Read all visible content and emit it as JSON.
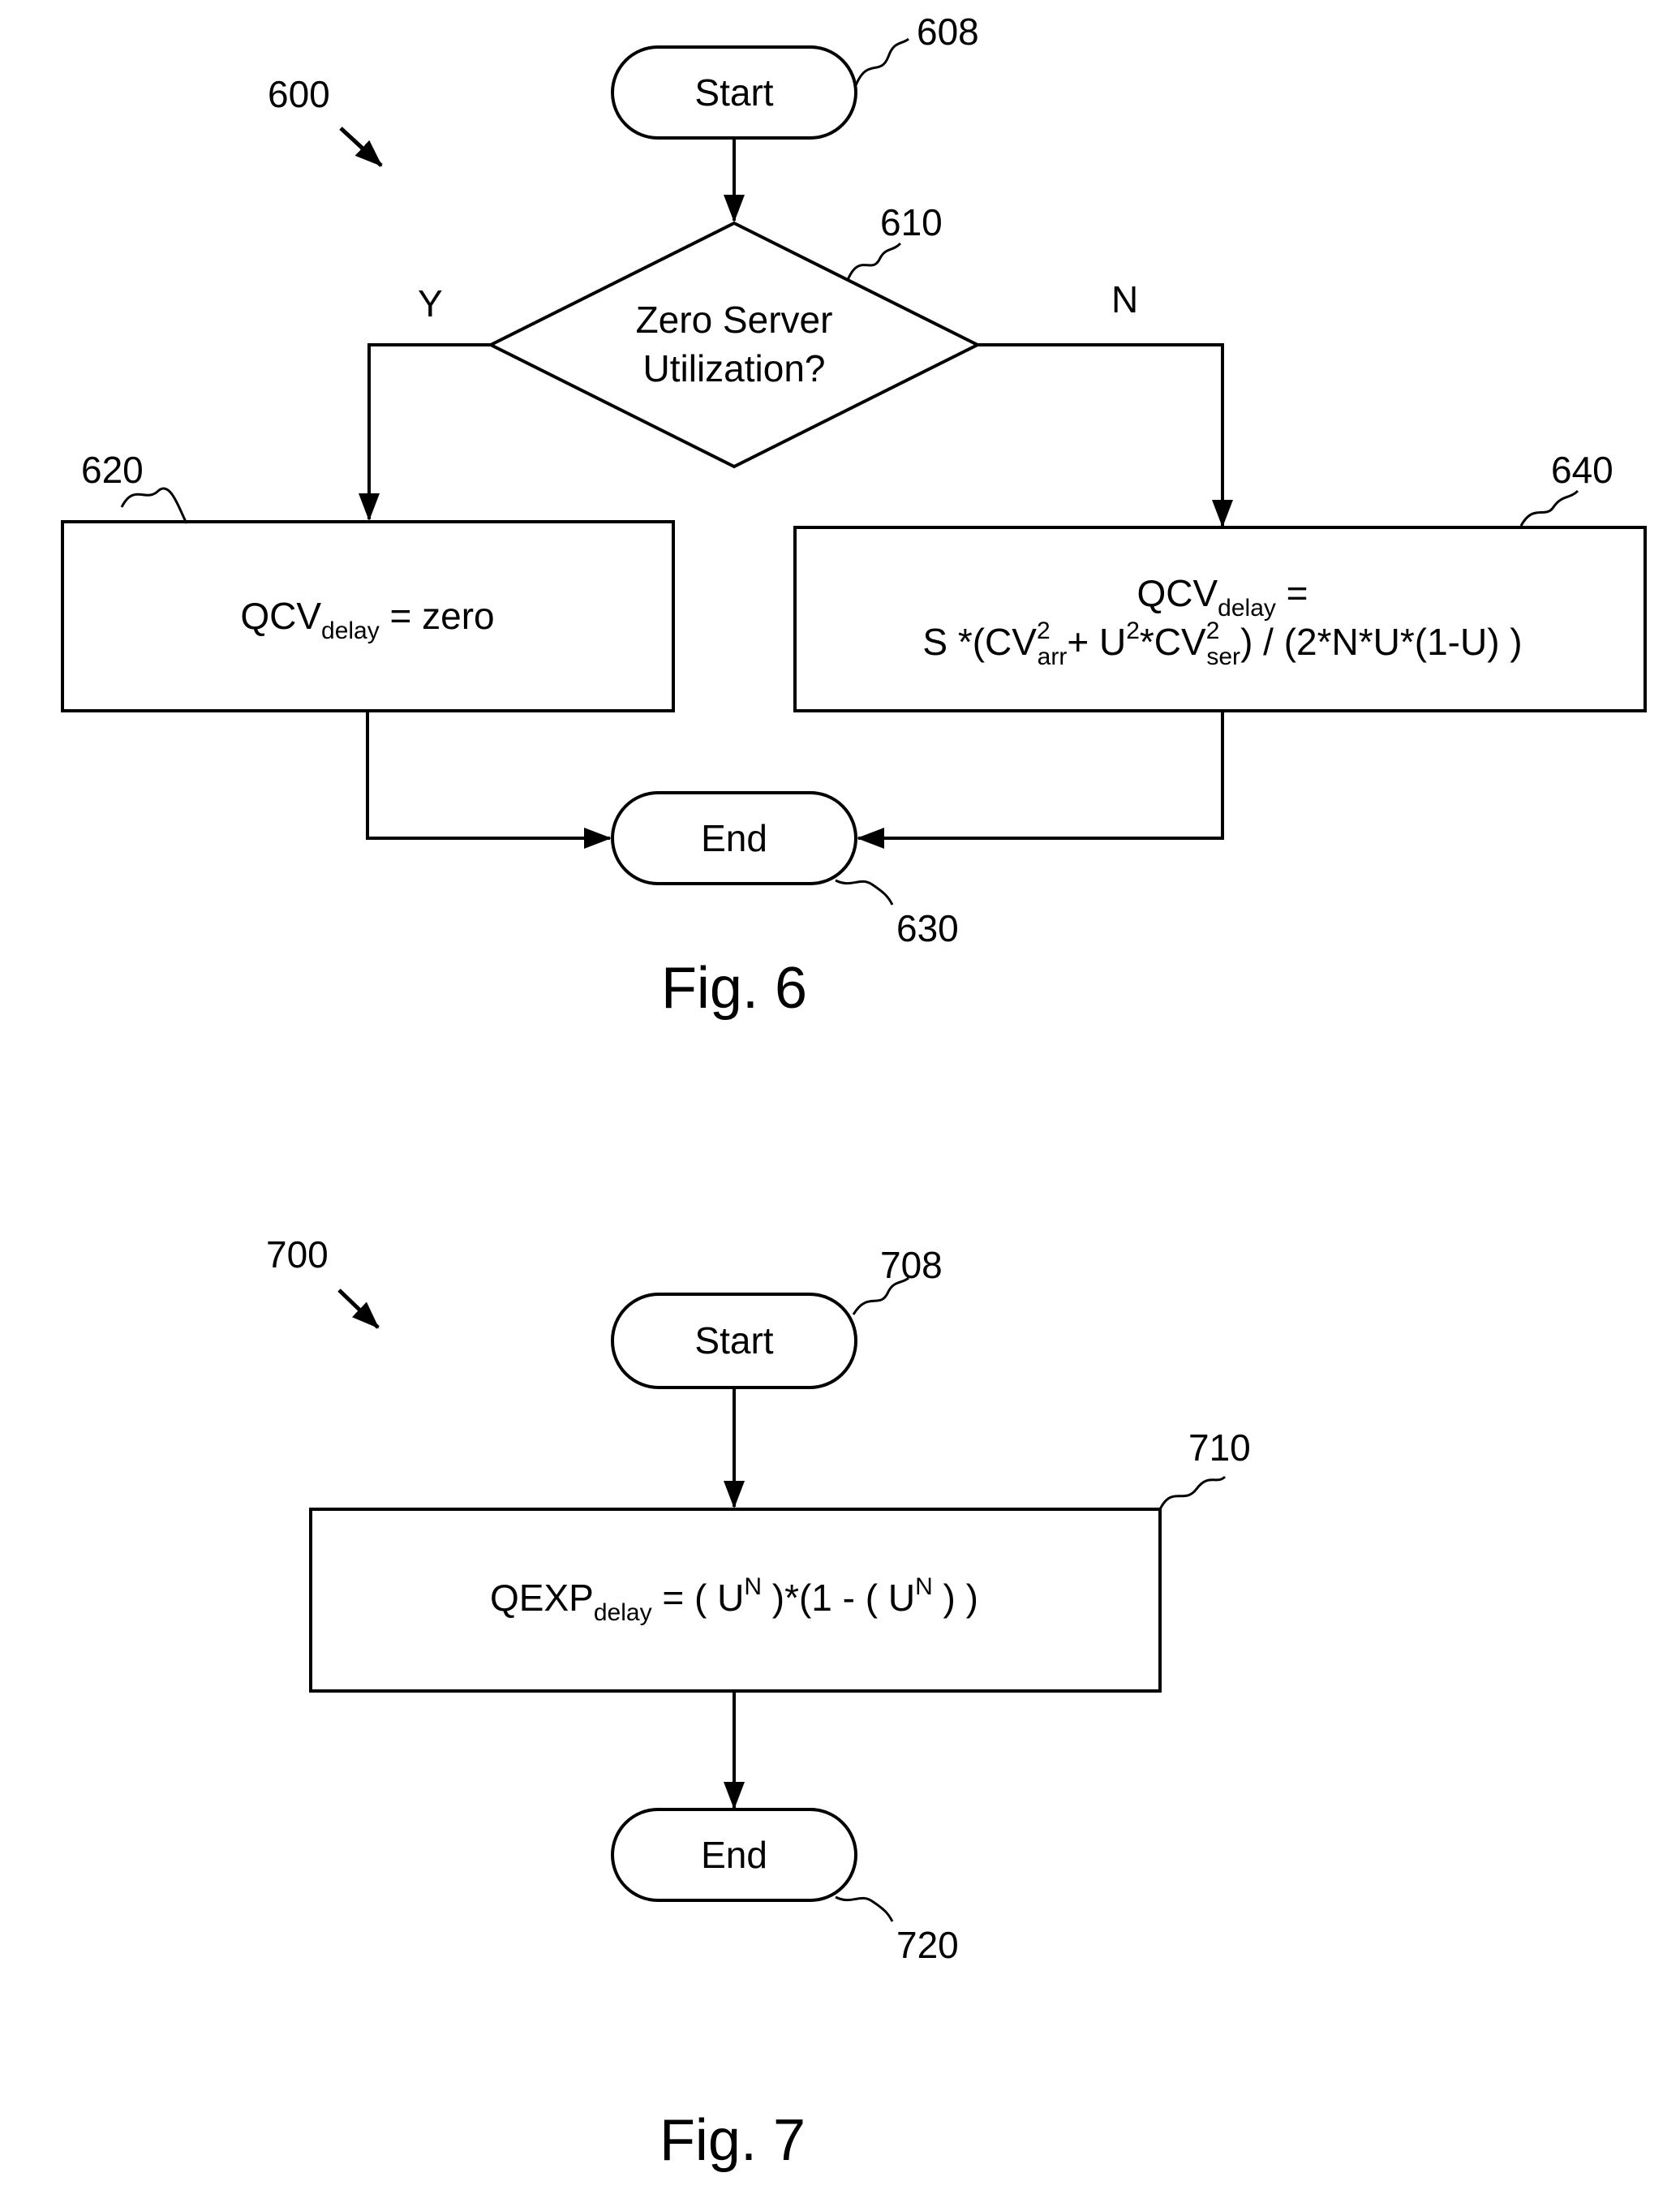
{
  "fig6": {
    "diagram_ref": "600",
    "caption": "Fig. 6",
    "start": {
      "label": "Start",
      "ref": "608"
    },
    "decision": {
      "line1": "Zero Server",
      "line2": "Utilization?",
      "ref": "610"
    },
    "yes_label": "Y",
    "no_label": "N",
    "box_yes": {
      "ref": "620",
      "var": "QCV",
      "var_sub": "delay",
      "expr": " = zero"
    },
    "box_no": {
      "ref": "640",
      "line1_var": "QCV",
      "line1_sub": "delay",
      "line1_eq": " =",
      "line2": {
        "p1": "S *(CV",
        "sup1": "2",
        "sub1": "arr",
        "p2": "+ U",
        "sup2": "2",
        "p3": "*CV",
        "sup3": "2",
        "sub3": "ser",
        "p4": ") / (2*N*U*(1-U) )"
      }
    },
    "end": {
      "label": "End",
      "ref": "630"
    }
  },
  "fig7": {
    "diagram_ref": "700",
    "caption": "Fig. 7",
    "start": {
      "label": "Start",
      "ref": "708"
    },
    "box": {
      "ref": "710",
      "var": "QEXP",
      "var_sub": "delay",
      "p1": " =  ( U",
      "sup1": "N",
      "p2": " )*(1 - ( U",
      "sup2": "N",
      "p3": " ) )"
    },
    "end": {
      "label": "End",
      "ref": "720"
    }
  }
}
